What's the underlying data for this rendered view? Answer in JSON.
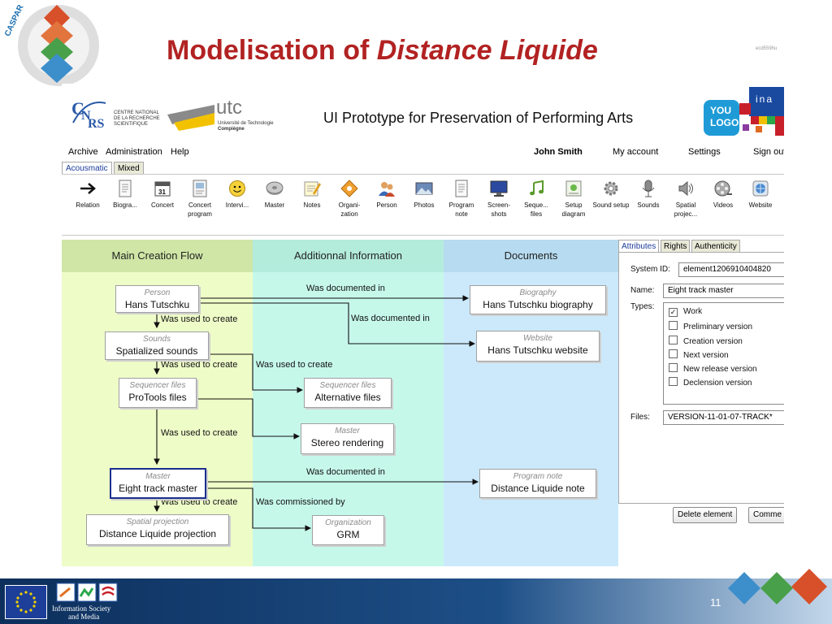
{
  "slide": {
    "title_plain": "Modelisation of ",
    "title_italic": "Distance Liquide",
    "logo_text": "CASPAR",
    "tiny_mark": "ecd559hu",
    "page_number": "11",
    "footer_logo_text_1": "Information Society",
    "footer_logo_text_2": "and Media"
  },
  "app": {
    "cnrs_line1": "CENTRE NATIONAL",
    "cnrs_line2": "DE LA RECHERCHE",
    "cnrs_line3": "SCIENTIFIQUE",
    "utc_name": "utc",
    "utc_line1": "Université de Technologie",
    "utc_line2": "Compiègne",
    "title": "UI Prototype for Preservation of Performing Arts",
    "your_logo_1": "YOU",
    "your_logo_2": "LOGO",
    "ina": "ina"
  },
  "menu": {
    "archive": "Archive",
    "administration": "Administration",
    "help": "Help",
    "user": "John Smith",
    "my_account": "My account",
    "settings": "Settings",
    "sign_out": "Sign out"
  },
  "mode_tabs": [
    "Acousmatic",
    "Mixed"
  ],
  "toolbar": [
    {
      "label": "Relation",
      "icon": "arrow-right-icon"
    },
    {
      "label": "Biogra...",
      "icon": "document-icon"
    },
    {
      "label": "Concert",
      "icon": "calendar-icon"
    },
    {
      "label": "Concert program",
      "icon": "program-icon"
    },
    {
      "label": "Intervi...",
      "icon": "smiley-icon"
    },
    {
      "label": "Master",
      "icon": "disc-icon"
    },
    {
      "label": "Notes",
      "icon": "notes-icon"
    },
    {
      "label": "Organi- zation",
      "icon": "organization-icon"
    },
    {
      "label": "Person",
      "icon": "person-icon"
    },
    {
      "label": "Photos",
      "icon": "photo-icon"
    },
    {
      "label": "Program note",
      "icon": "document-icon"
    },
    {
      "label": "Screen- shots",
      "icon": "monitor-icon"
    },
    {
      "label": "Seque... files",
      "icon": "music-note-icon"
    },
    {
      "label": "Setup diagram",
      "icon": "diagram-icon"
    },
    {
      "label": "Sound setup",
      "icon": "gear-icon"
    },
    {
      "label": "Sounds",
      "icon": "microphone-icon"
    },
    {
      "label": "Spatial projec...",
      "icon": "speaker-icon"
    },
    {
      "label": "Videos",
      "icon": "film-reel-icon"
    },
    {
      "label": "Website",
      "icon": "globe-icon"
    }
  ],
  "columns": {
    "main": "Main Creation Flow",
    "additional": "Additionnal Information",
    "documents": "Documents"
  },
  "nodes": {
    "person": {
      "type": "Person",
      "name": "Hans Tutschku"
    },
    "sounds": {
      "type": "Sounds",
      "name": "Spatialized sounds"
    },
    "seqfiles": {
      "type": "Sequencer files",
      "name": "ProTools files"
    },
    "master": {
      "type": "Master",
      "name": "Eight track master"
    },
    "spatial": {
      "type": "Spatial projection",
      "name": "Distance Liquide projection"
    },
    "altfiles": {
      "type": "Sequencer files",
      "name": "Alternative files"
    },
    "stereo": {
      "type": "Master",
      "name": "Stereo rendering"
    },
    "org": {
      "type": "Organization",
      "name": "GRM"
    },
    "bio": {
      "type": "Biography",
      "name": "Hans Tutschku biography"
    },
    "web": {
      "type": "Website",
      "name": "Hans Tutschku website"
    },
    "prognote": {
      "type": "Program note",
      "name": "Distance Liquide note"
    }
  },
  "relations": {
    "documented": "Was documented in",
    "used": "Was used to create",
    "commissioned": "Was commissioned by"
  },
  "panel": {
    "tabs": [
      "Attributes",
      "Rights",
      "Authenticity"
    ],
    "system_id_label": "System ID:",
    "system_id": "element1206910404820",
    "name_label": "Name:",
    "name": "Eight track master",
    "types_label": "Types:",
    "types": [
      {
        "label": "Work",
        "checked": true
      },
      {
        "label": "Preliminary version",
        "checked": false
      },
      {
        "label": "Creation version",
        "checked": false
      },
      {
        "label": "Next version",
        "checked": false
      },
      {
        "label": "New release version",
        "checked": false
      },
      {
        "label": "Declension version",
        "checked": false
      }
    ],
    "files_label": "Files:",
    "files": "VERSION-11-01-07-TRACK*",
    "delete_button": "Delete element",
    "comment_button": "Comme"
  },
  "colors": {
    "title_red": "#b22222",
    "main_col": "#eefcc8",
    "main_head": "#cfe6a6",
    "add_col": "#c6f8ea",
    "add_head": "#b4ecdc",
    "doc_col": "#cbe9fb",
    "doc_head": "#b7dbf0",
    "selected_border": "#1c2f8f"
  }
}
